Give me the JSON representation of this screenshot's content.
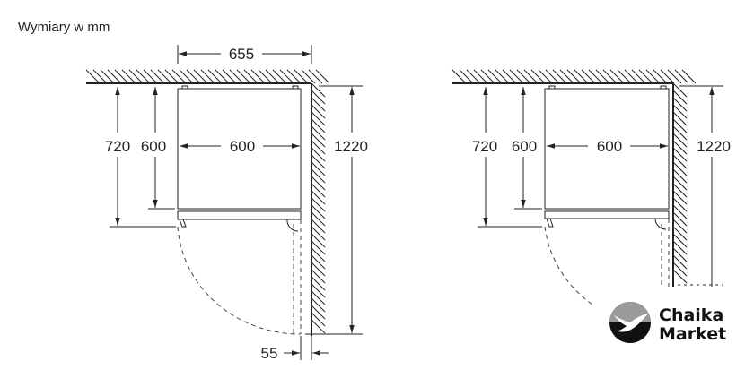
{
  "title": "Wymiary w mm",
  "left_diagram": {
    "width_total": "655",
    "depth_with_door": "720",
    "depth": "600",
    "width": "600",
    "clearance_open": "1220",
    "side_gap": "55"
  },
  "right_diagram": {
    "depth_with_door": "720",
    "depth": "600",
    "width": "600",
    "clearance_open": "1220"
  },
  "logo": {
    "line1": "Chaika",
    "line2": "Market"
  }
}
